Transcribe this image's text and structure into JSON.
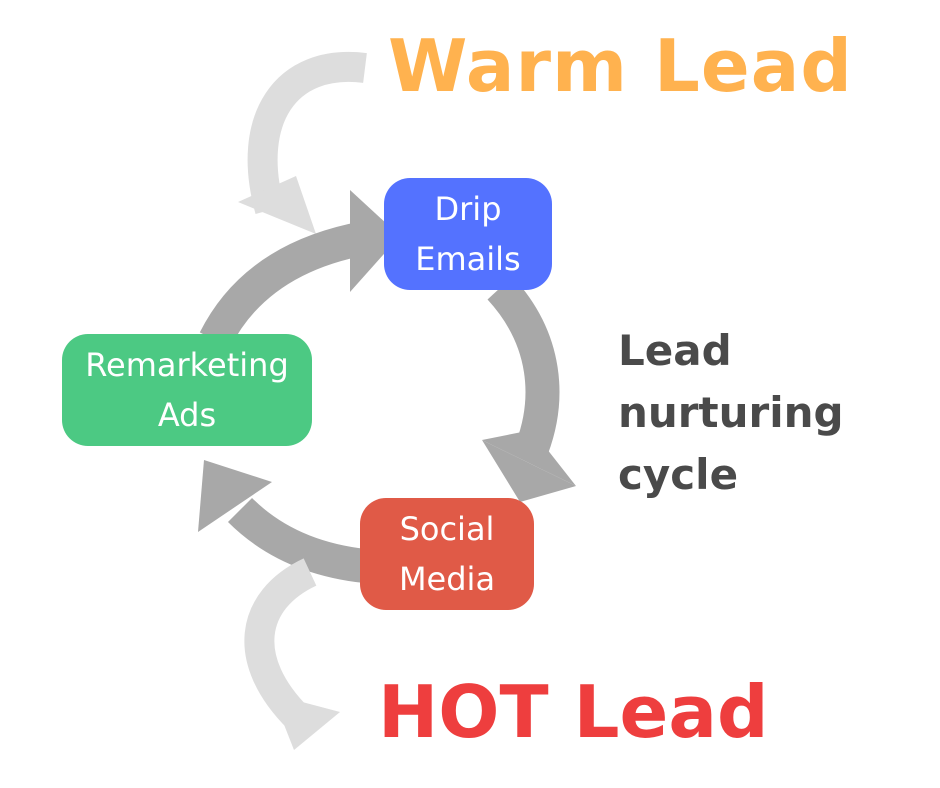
{
  "warm_lead": "Warm Lead",
  "hot_lead": "HOT Lead",
  "cycle_label": {
    "line1": "Lead",
    "line2": "nurturing",
    "line3": "cycle"
  },
  "nodes": {
    "drip": {
      "line1": "Drip",
      "line2": "Emails",
      "color": "#5472FF"
    },
    "social": {
      "line1": "Social",
      "line2": "Media",
      "color": "#E05A47"
    },
    "remarketing": {
      "line1": "Remarketing",
      "line2": "Ads",
      "color": "#4CC983"
    }
  },
  "colors": {
    "warm": "#FFB24F",
    "hot": "#EE3E3E",
    "cycle_arrow": "#A8A8A8",
    "flow_arrow": "#DDDDDD",
    "label_text": "#4A4A4A"
  }
}
